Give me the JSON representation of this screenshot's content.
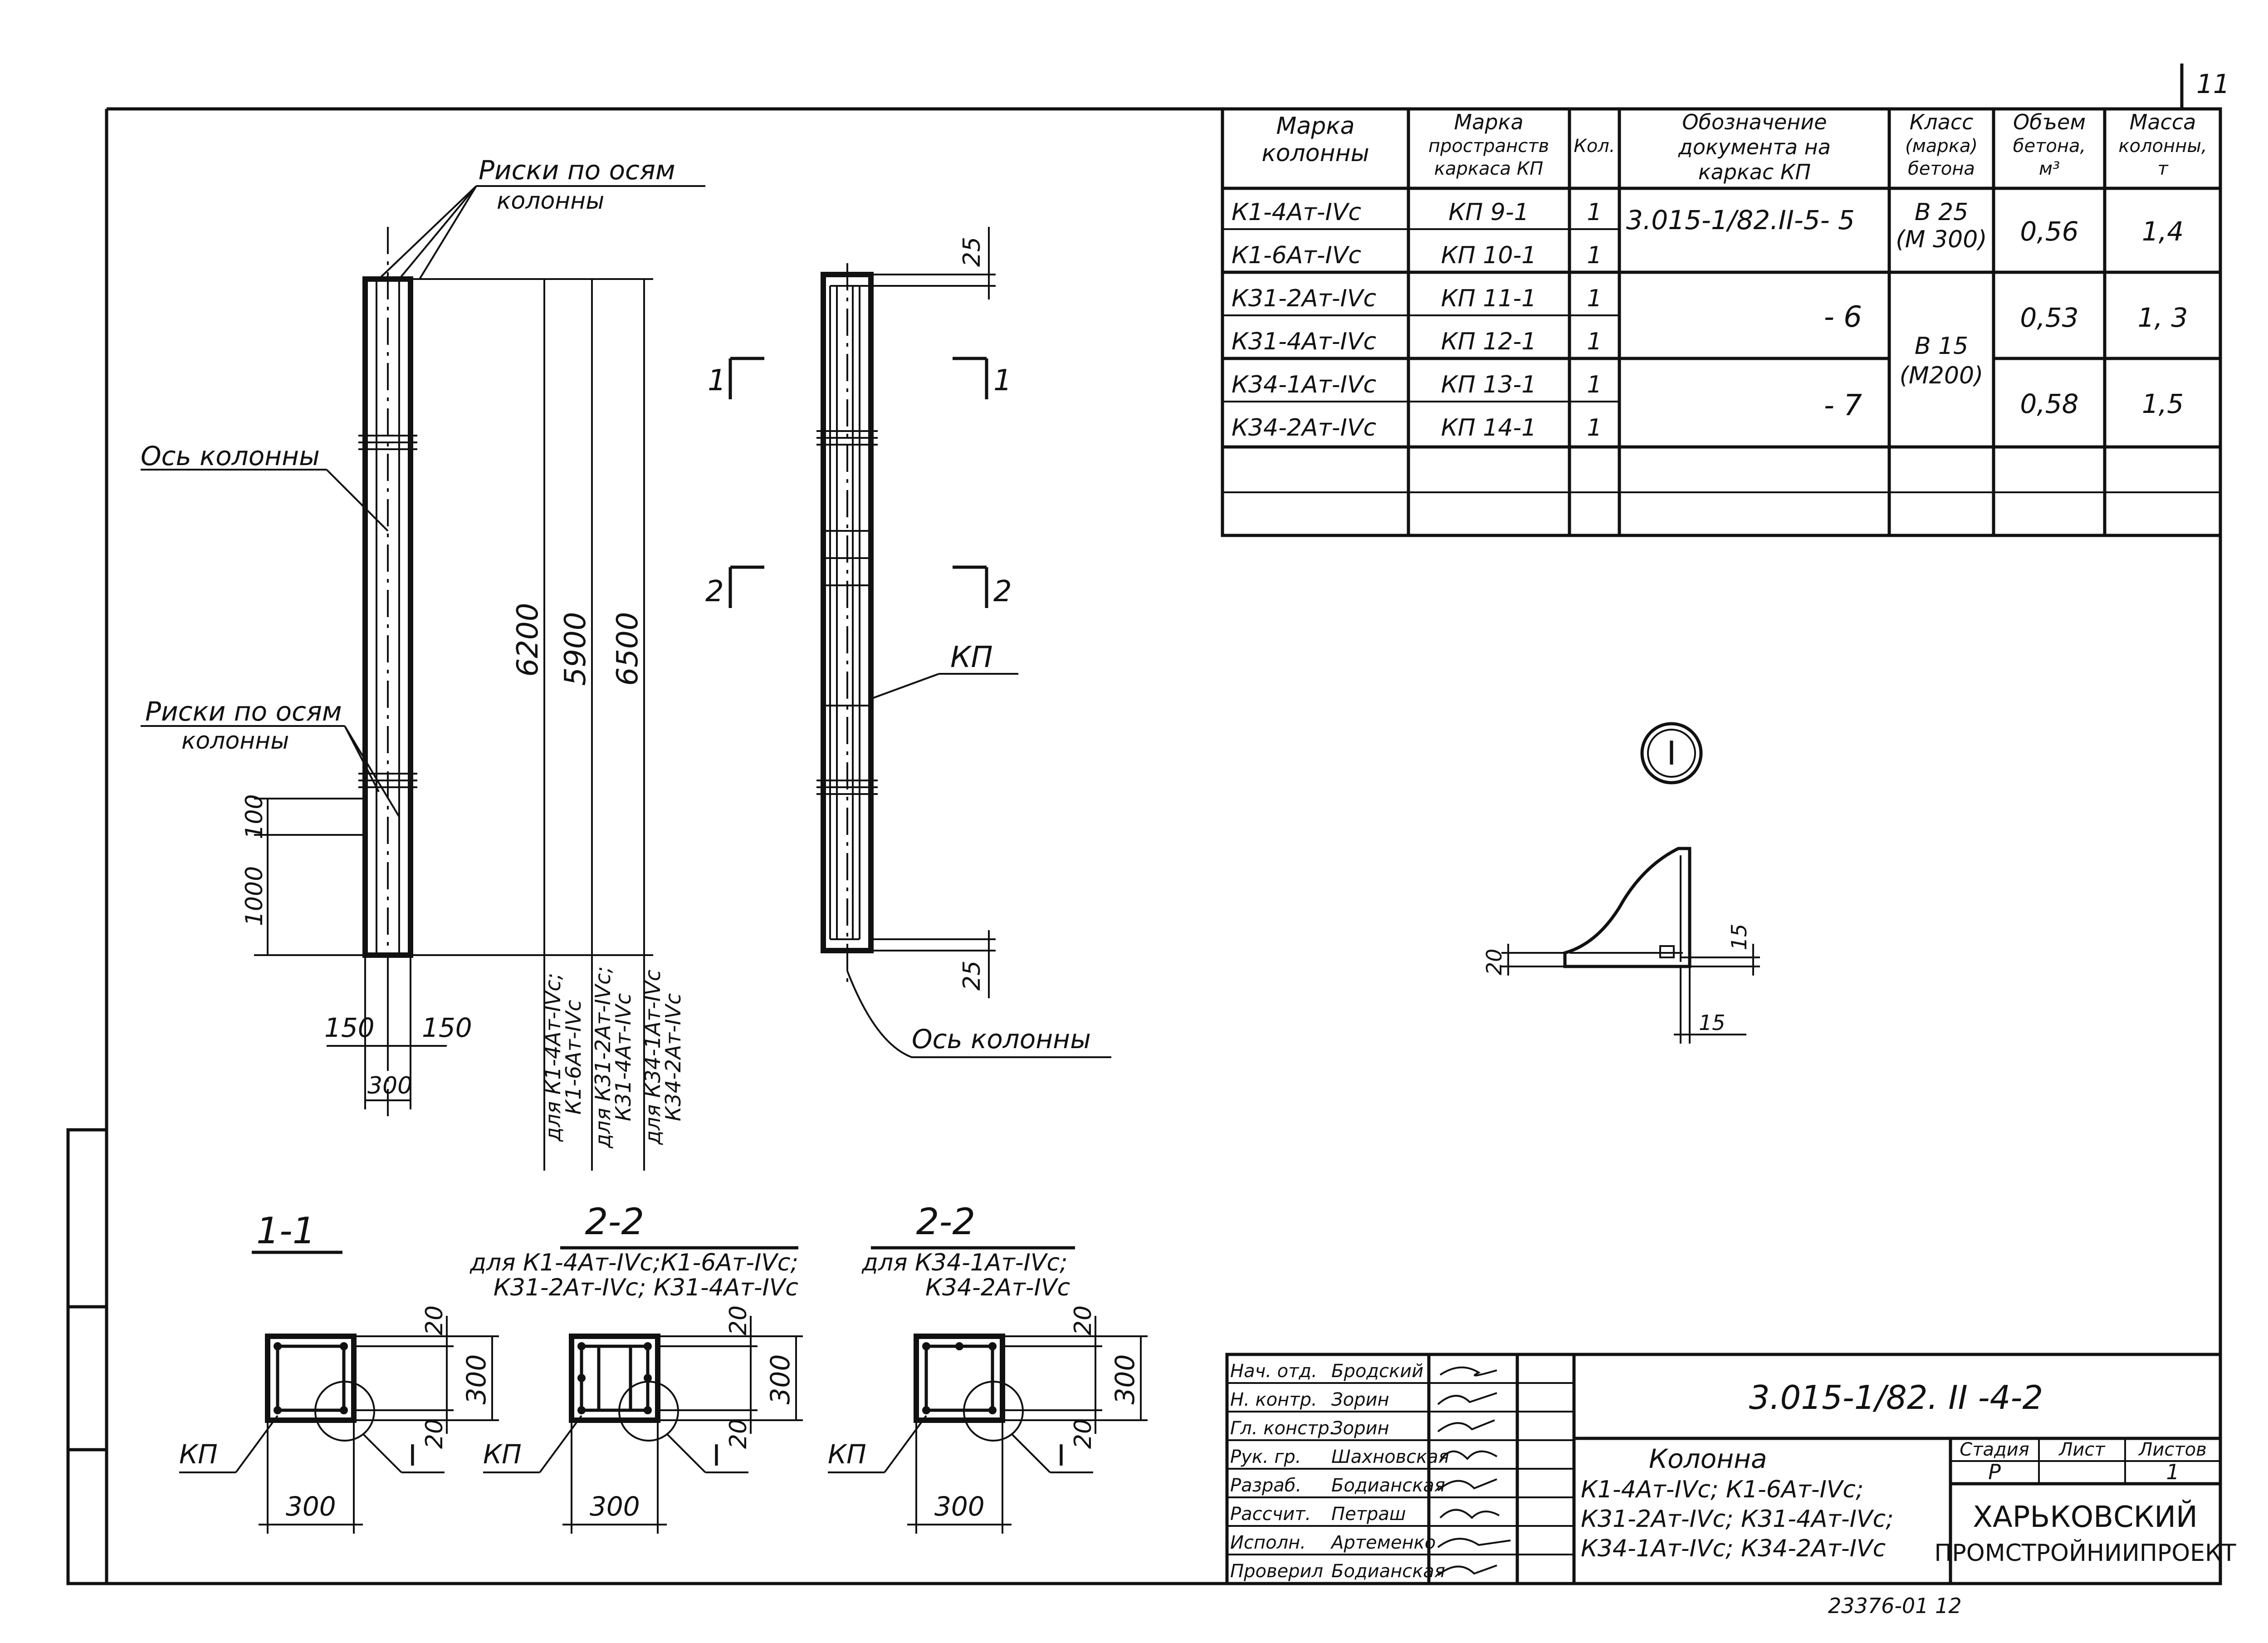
{
  "page_number": "11",
  "labels": {
    "riski_top_1": "Риски по осям",
    "riski_top_2": "колонны",
    "axis_left": "Ось колонны",
    "riski_left_1": "Риски по осям",
    "riski_left_2": "колонны",
    "axis_bottom": "Ось колонны",
    "kp_frame": "КП",
    "detail_mark": "I"
  },
  "dims": {
    "d25_top": "25",
    "d25_bot": "25",
    "d100": "100",
    "d1000": "1000",
    "d150_l": "150",
    "d150_r": "150",
    "d300": "300",
    "h6200": "6200",
    "h5900": "5900",
    "h6500": "6500",
    "for_1a": "для К1-4Ат-IVс;",
    "for_1b": "К1-6Ат-IVс",
    "for_2a": "для К31-2Ат-IVс;",
    "for_2b": "К31-4Ат-IVс",
    "for_3a": "для К34-1Ат-IVс",
    "for_3b": "К34-2Ат-IVс"
  },
  "cut_marks": {
    "c1": "1",
    "c2": "2"
  },
  "detail_dims": {
    "d20": "20",
    "d15_v": "15",
    "d15_h": "15"
  },
  "sections": {
    "s11_title": "1-1",
    "s22a_title": "2-2",
    "s22a_sub1": "для К1-4Ат-IVс;К1-6Ат-IVс;",
    "s22a_sub2": "К31-2Ат-IVс; К31-4Ат-IVс",
    "s22b_title": "2-2",
    "s22b_sub1": "для К34-1Ат-IVс;",
    "s22b_sub2": "К34-2Ат-IVс",
    "dim20": "20",
    "dim300": "300",
    "kp": "КП",
    "det": "I"
  },
  "spec_table": {
    "headers": {
      "col_mark": [
        "Марка",
        "колонны"
      ],
      "col_frame": [
        "Марка",
        "пространств",
        "каркаса КП"
      ],
      "col_qty": [
        "Кол."
      ],
      "col_doc": [
        "Обозначение",
        "документа на",
        "каркас КП"
      ],
      "col_class": [
        "Класс",
        "(марка)",
        "бетона"
      ],
      "col_vol": [
        "Объем",
        "бетона,",
        "м³"
      ],
      "col_mass": [
        "Масса",
        "колонны,",
        "т"
      ]
    },
    "rows": [
      {
        "mark": "К1-4Ат-IVс",
        "frame": "КП 9-1",
        "qty": "1"
      },
      {
        "mark": "К1-6Ат-IVс",
        "frame": "КП 10-1",
        "qty": "1"
      },
      {
        "mark": "К31-2Ат-IVс",
        "frame": "КП 11-1",
        "qty": "1"
      },
      {
        "mark": "К31-4Ат-IVс",
        "frame": "КП 12-1",
        "qty": "1"
      },
      {
        "mark": "К34-1Ат-IVс",
        "frame": "КП 13-1",
        "qty": "1"
      },
      {
        "mark": "К34-2Ат-IVс",
        "frame": "КП 14-1",
        "qty": "1"
      }
    ],
    "groups": [
      {
        "doc": "3.015-1/82.II-5- 5",
        "class": "В 25",
        "class2": "(М 300)",
        "vol": "0,56",
        "mass": "1,4"
      },
      {
        "doc": "- 6",
        "vol": "0,53",
        "mass": "1, 3"
      },
      {
        "doc": "- 7",
        "vol": "0,58",
        "mass": "1,5"
      }
    ],
    "class_b15": "В 15",
    "class_b15_2": "(М200)"
  },
  "title_block": {
    "code": "3.015-1/82. II -4-2",
    "roles": [
      "Нач. отд.",
      "Н. контр.",
      "Гл. констр.",
      "Рук. гр.",
      "Разраб.",
      "Рассчит.",
      "Исполн.",
      "Проверил"
    ],
    "names": [
      "Бродский",
      "Зорин",
      "Зорин",
      "Шахновская",
      "Бодианская",
      "Петраш",
      "Артеменко",
      "Бодианская"
    ],
    "object_title": "Колонна",
    "object_line1": "К1-4Ат-IVс; К1-6Ат-IVс;",
    "object_line2": "К31-2Ат-IVс; К31-4Ат-IVс;",
    "object_line3": "К34-1Ат-IVс; К34-2Ат-IVс",
    "stage_label": "Стадия",
    "sheet_label": "Лист",
    "sheets_label": "Листов",
    "stage_value": "Р",
    "sheets_value": "1",
    "org_line1": "ХАРЬКОВСКИЙ",
    "org_line2": "ПРОМСТРОЙНИИПРОЕКТ"
  },
  "archive_number": "23376-01 12"
}
